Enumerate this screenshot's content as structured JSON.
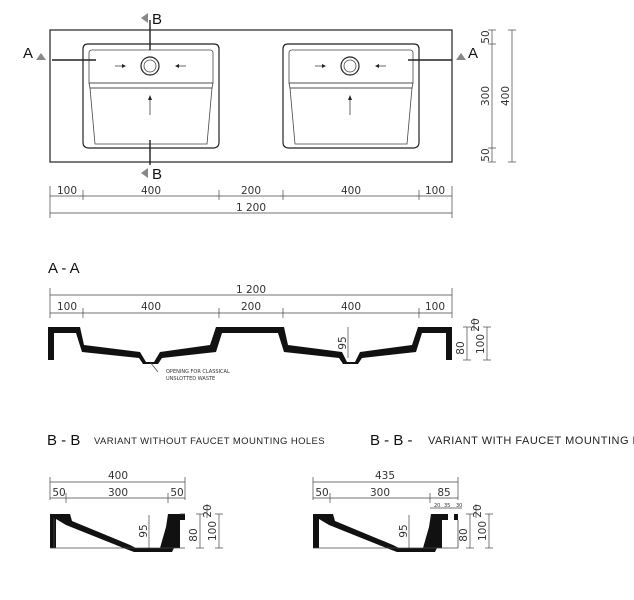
{
  "plan": {
    "markers": {
      "a_left": "A",
      "a_right": "A",
      "b_top": "B",
      "b_bottom": "B"
    },
    "horizontal_dims": [
      "100",
      "400",
      "200",
      "400",
      "100"
    ],
    "total_width": "1 200",
    "vertical_dims": [
      "50",
      "300",
      "50"
    ],
    "total_depth": "400"
  },
  "section_aa": {
    "title": "A - A",
    "total_width": "1 200",
    "segments": [
      "100",
      "400",
      "200",
      "400",
      "100"
    ],
    "basin_depth": "95",
    "heights": [
      "20",
      "80",
      "100"
    ],
    "note_line1": "OPENING FOR CLASSICAL",
    "note_line2": "UNSLOTTED WASTE"
  },
  "section_bb_left": {
    "title": "B - B",
    "subtitle": "VARIANT WITHOUT FAUCET MOUNTING HOLES",
    "total": "400",
    "segments": [
      "50",
      "300",
      "50"
    ],
    "depth": "95",
    "heights": [
      "20",
      "80",
      "100"
    ]
  },
  "section_bb_right": {
    "title": "B - B -",
    "subtitle": "VARIANT WITH FAUCET MOUNTING HOLES",
    "total": "435",
    "segments": [
      "50",
      "300",
      "85"
    ],
    "small_dims": [
      "20",
      "35",
      "30"
    ],
    "depth": "95",
    "heights": [
      "20",
      "80",
      "100"
    ]
  }
}
